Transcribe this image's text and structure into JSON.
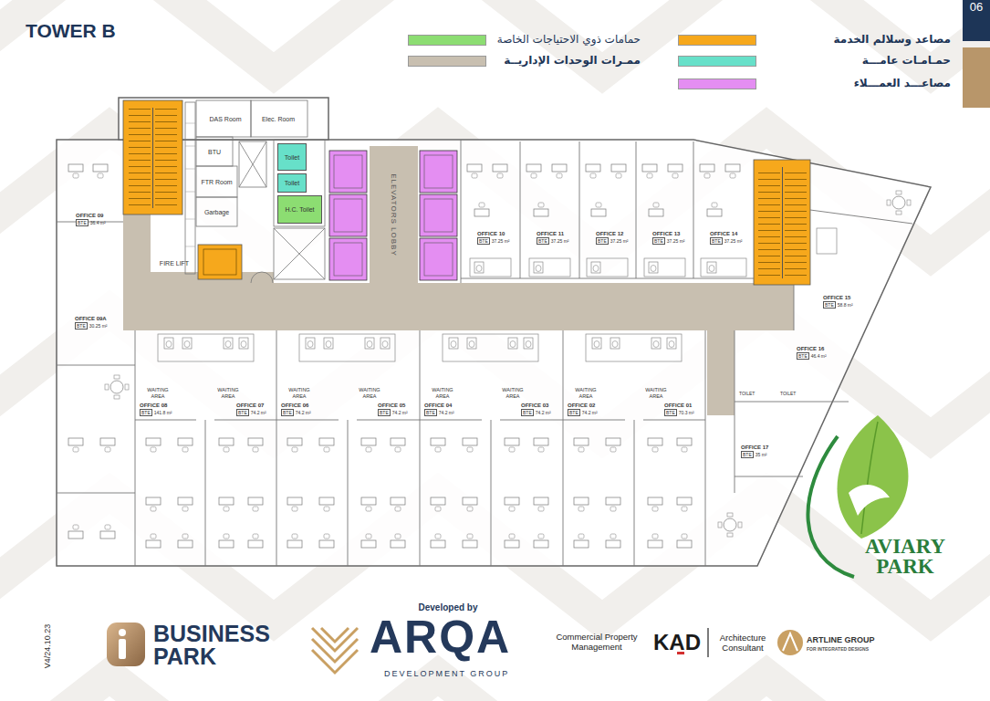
{
  "diagram": {
    "title": "TOWER B",
    "nodes": [
      {
        "text": [
          "DAS Room"
        ]
      },
      {
        "text": [
          "Elec. Room"
        ]
      },
      {
        "text": [
          "BTU"
        ]
      },
      {
        "text": [
          "FTR Room"
        ]
      },
      {
        "text": [
          "Garbage"
        ]
      },
      {
        "text": [
          "FIRE LIFT"
        ]
      },
      {
        "text": [
          "Toilet"
        ]
      },
      {
        "text": [
          "Toilet"
        ]
      },
      {
        "text": [
          "H.C. Toilet"
        ]
      },
      {
        "text": [
          "ELEVATORS LOBBY"
        ]
      },
      {
        "text": [
          "OFFICE 09",
          "BTE",
          "36.4 m²"
        ]
      },
      {
        "text": [
          "OFFICE 09A",
          "BTE",
          "30.25 m²"
        ]
      },
      {
        "text": [
          "OFFICE 08",
          "BTE",
          "141.8 m²"
        ]
      },
      {
        "text": [
          "OFFICE 07",
          "BTE",
          "74.2 m²"
        ]
      },
      {
        "text": [
          "OFFICE 06",
          "BTE",
          "74.2 m²"
        ]
      },
      {
        "text": [
          "OFFICE 05",
          "BTE",
          "74.2 m²"
        ]
      },
      {
        "text": [
          "OFFICE 04",
          "BTE",
          "74.2 m²"
        ]
      },
      {
        "text": [
          "OFFICE 03",
          "BTE",
          "74.2 m²"
        ]
      },
      {
        "text": [
          "OFFICE 02",
          "BTE",
          "74.2 m²"
        ]
      },
      {
        "text": [
          "OFFICE 01",
          "BTE",
          "70.3 m²"
        ]
      },
      {
        "text": [
          "OFFICE 10",
          "BTE",
          "37.25 m²"
        ]
      },
      {
        "text": [
          "OFFICE 11",
          "BTE",
          "37.25 m²"
        ]
      },
      {
        "text": [
          "OFFICE 12",
          "BTE",
          "37.25 m²"
        ]
      },
      {
        "text": [
          "OFFICE 13",
          "BTE",
          "37.25 m²"
        ]
      },
      {
        "text": [
          "OFFICE 14",
          "BTE",
          "37.25 m²"
        ]
      },
      {
        "text": [
          "OFFICE 15",
          "BTE",
          "58.8 m²"
        ]
      },
      {
        "text": [
          "OFFICE 16",
          "BTE",
          "46.4 m²"
        ]
      },
      {
        "text": [
          "OFFICE 17",
          "BTE",
          "35 m²"
        ]
      }
    ],
    "labels": [
      "06",
      "WAITING AREA",
      "WAITING AREA",
      "WAITING AREA",
      "WAITING AREA",
      "WAITING AREA",
      "WAITING AREA",
      "WAITING AREA",
      "WAITING AREA",
      "TOILET",
      "TOILET",
      "BUSINESS PARK",
      "Developed by",
      "ARQA",
      "DEVELOPMENT GROUP",
      "Commercial Property Management",
      "KAD",
      "Architecture Consultant",
      "ARTLINE GROUP",
      "FOR INTEGRATED DESIGNS",
      "AVIARY PARK",
      "V4/24.10.23"
    ],
    "legend": [
      {
        "text": "مصاعد وسلالم الخدمة",
        "color": "#f6a81c"
      },
      {
        "text": "حمـامـات عامـــة",
        "color": "#67e0c9"
      },
      {
        "text": "مصاعـــد العمـــلاء",
        "color": "#e48ef2"
      },
      {
        "text": "حمامات ذوي الاحتياجات الخاصة",
        "color": "#8cdd72"
      },
      {
        "text": "ممـرات الوحدات الإداريــة",
        "color": "#c8bfb0"
      }
    ]
  }
}
